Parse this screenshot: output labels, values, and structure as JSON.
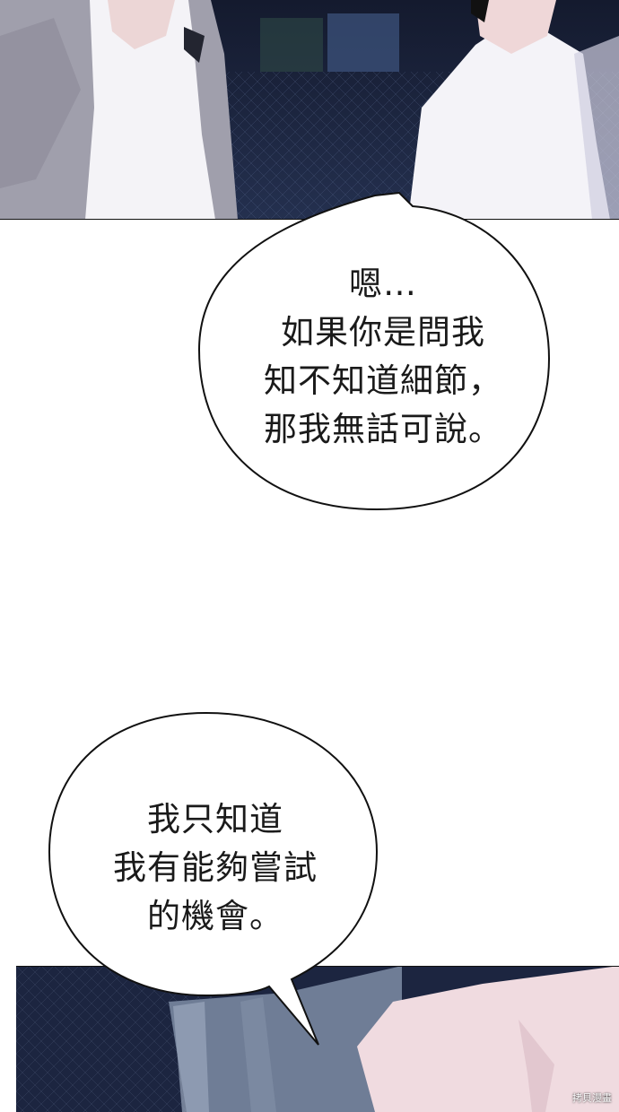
{
  "bubble_1": {
    "lines": [
      "嗯…",
      "如果你是問我",
      "知不知道細節，",
      "那我無話可說。"
    ]
  },
  "bubble_2": {
    "lines": [
      "我只知道",
      "我有能夠嘗試",
      "的機會。"
    ]
  },
  "watermark": "拷貝漫畫",
  "colors": {
    "night_bg": "#1c2540",
    "jacket_gray": "#9a99a6",
    "shirt_white": "#f2f0f6",
    "skin": "#f1d9da",
    "bubble_stroke": "#111111"
  }
}
